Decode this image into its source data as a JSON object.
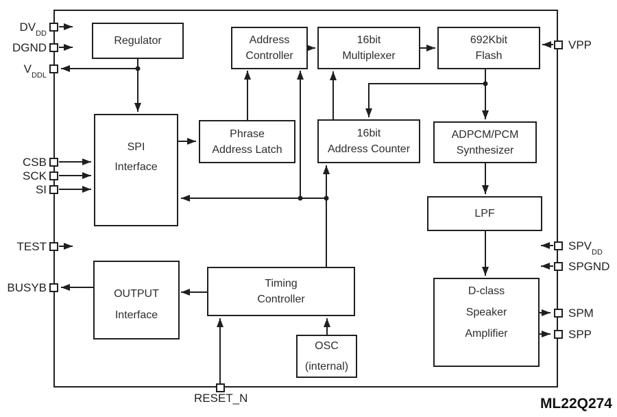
{
  "diagram": {
    "part_number": "ML22Q274",
    "blocks": {
      "regulator": {
        "lines": [
          "Regulator"
        ]
      },
      "address_controller": {
        "lines": [
          "Address",
          "Controller"
        ]
      },
      "multiplexer_16bit": {
        "lines": [
          "16bit",
          "Multiplexer"
        ]
      },
      "flash_692kbit": {
        "lines": [
          "692Kbit",
          "Flash"
        ]
      },
      "spi_interface": {
        "lines": [
          "SPI",
          "Interface"
        ]
      },
      "phrase_address_latch": {
        "lines": [
          "Phrase",
          "Address Latch"
        ]
      },
      "address_counter_16bit": {
        "lines": [
          "16bit",
          "Address Counter"
        ]
      },
      "adpcm_pcm_synthesizer": {
        "lines": [
          "ADPCM/PCM",
          "Synthesizer"
        ]
      },
      "lpf": {
        "lines": [
          "LPF"
        ]
      },
      "output_interface": {
        "lines": [
          "OUTPUT",
          "Interface"
        ]
      },
      "timing_controller": {
        "lines": [
          "Timing",
          "Controller"
        ]
      },
      "osc_internal": {
        "lines": [
          "OSC",
          "(internal)"
        ]
      },
      "dclass_speaker_amplifier": {
        "lines": [
          "D-class",
          "Speaker",
          "Amplifier"
        ]
      }
    },
    "pins": {
      "dvdd": {
        "main": "DV",
        "sub": "DD"
      },
      "dgnd": {
        "main": "DGND"
      },
      "vddl": {
        "main": "V",
        "sub": "DDL"
      },
      "csb": {
        "main": "CSB"
      },
      "sck": {
        "main": "SCK"
      },
      "si": {
        "main": "SI"
      },
      "test": {
        "main": "TEST"
      },
      "busyb": {
        "main": "BUSYB"
      },
      "vpp": {
        "main": "VPP"
      },
      "spvdd": {
        "main": "SPV",
        "sub": "DD"
      },
      "spgnd": {
        "main": "SPGND"
      },
      "spm": {
        "main": "SPM"
      },
      "spp": {
        "main": "SPP"
      },
      "reset_n": {
        "main": "RESET_N"
      }
    },
    "colors": {
      "wire": "#1f1f1f",
      "text": "#2d2d2d",
      "background": "#ffffff"
    }
  }
}
